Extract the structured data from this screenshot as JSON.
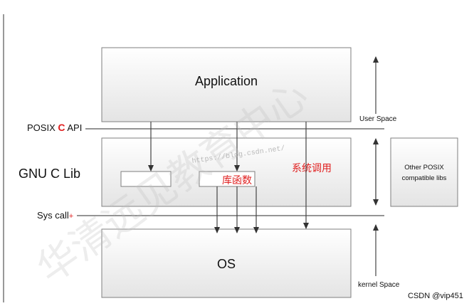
{
  "diagram": {
    "application_label": "Application",
    "posix_prefix": "POSIX ",
    "posix_c": "C",
    "posix_suffix": " API",
    "gnu_label": "GNU C Lib",
    "libfunc_label": "库函数",
    "syscall_cn_label": "系统调用",
    "syscall_label": "Sys call",
    "syscall_plus": "+",
    "os_label": "OS",
    "other_posix_line1": "Other POSIX",
    "other_posix_line2": "compatible libs",
    "user_space_label": "User Space",
    "kernel_space_label": "kernel Space",
    "watermark_url": "https://blog.csdn.net/",
    "watermark_text": "华清远见教育中心",
    "credit": "CSDN @vip451"
  },
  "colors": {
    "accent_red": "#e02020",
    "box_border": "#7f7f7f",
    "box_fill_top": "#ffffff",
    "box_fill_bottom": "#e6e6e6"
  }
}
